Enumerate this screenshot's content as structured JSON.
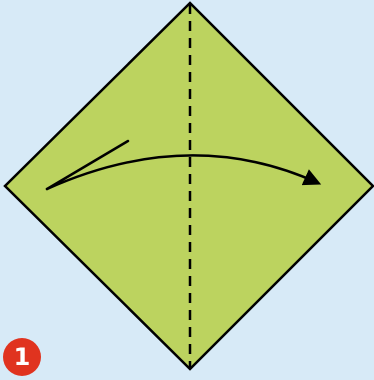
{
  "diagram": {
    "step_number": "1",
    "colors": {
      "background": "#d7eaf7",
      "paper": "#bcd35f",
      "stroke": "#000000",
      "badge": "#e0331f",
      "badge_text": "#ffffff"
    },
    "elements": {
      "paper": "square-paper-rotated-45",
      "fold_line": "dashed-vertical-fold-line",
      "arrow": "curved-fold-arrow-left-to-right"
    }
  }
}
